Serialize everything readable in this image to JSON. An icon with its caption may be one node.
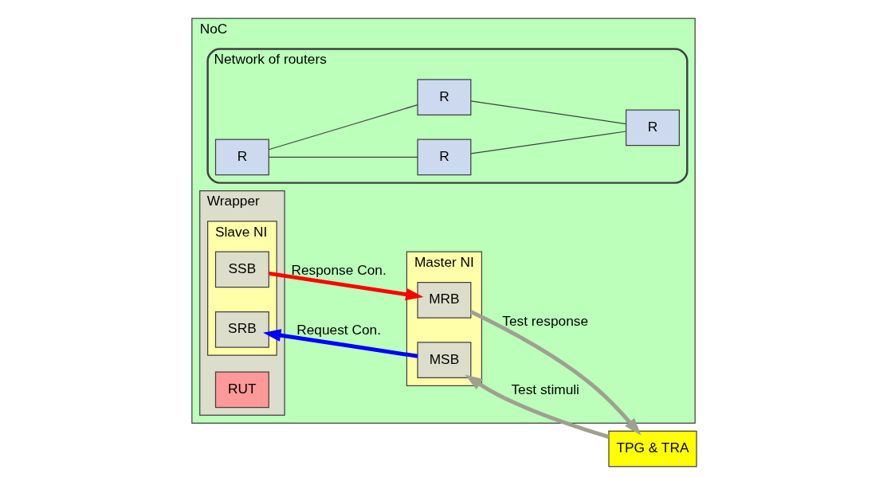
{
  "diagram": {
    "nodes": [
      {
        "text": [
          "NoC"
        ]
      },
      {
        "text": [
          "Wrapper"
        ],
        "in": 0
      },
      {
        "text": [
          "Slave NI"
        ],
        "in": 1
      },
      {
        "text": [
          "SRB"
        ],
        "in": 2
      },
      {
        "text": [
          "SSB"
        ],
        "in": 2
      },
      {
        "text": [
          "RUT"
        ],
        "in": 1
      },
      {
        "text": [
          "Master NI"
        ],
        "in": 0
      },
      {
        "text": [
          "MSB"
        ],
        "in": 6
      },
      {
        "text": [
          "MRB"
        ],
        "in": 6
      },
      {
        "text": [
          "Network of routers"
        ],
        "in": 0
      },
      {
        "text": [
          "R"
        ],
        "in": 9
      },
      {
        "text": [
          "R"
        ],
        "in": 9
      },
      {
        "text": [
          "R"
        ],
        "in": 9
      },
      {
        "text": [
          "R"
        ],
        "in": 9
      },
      {
        "text": [
          "TPG & TRA"
        ]
      }
    ],
    "edges": [
      {
        "from": 7,
        "to": 3,
        "arrow": "to",
        "label": "Request Con.",
        "style": "thick",
        "color": "#0000ff"
      },
      {
        "from": 4,
        "to": 8,
        "arrow": "to",
        "label": "Response Con.",
        "style": "thick",
        "color": "#ff0000"
      },
      {
        "from": 14,
        "to": 7,
        "arrow": "to",
        "label": "Test stimuli",
        "style": "thick",
        "color": "#a0a090"
      },
      {
        "from": 8,
        "to": 14,
        "arrow": "to",
        "label": "Test response",
        "style": "thick",
        "color": "#a0a090"
      },
      {
        "from": 10,
        "to": 11,
        "arrow": "none"
      },
      {
        "from": 10,
        "to": 12,
        "arrow": "none"
      },
      {
        "from": 11,
        "to": 13,
        "arrow": "none"
      },
      {
        "from": 12,
        "to": 13,
        "arrow": "none"
      }
    ]
  }
}
